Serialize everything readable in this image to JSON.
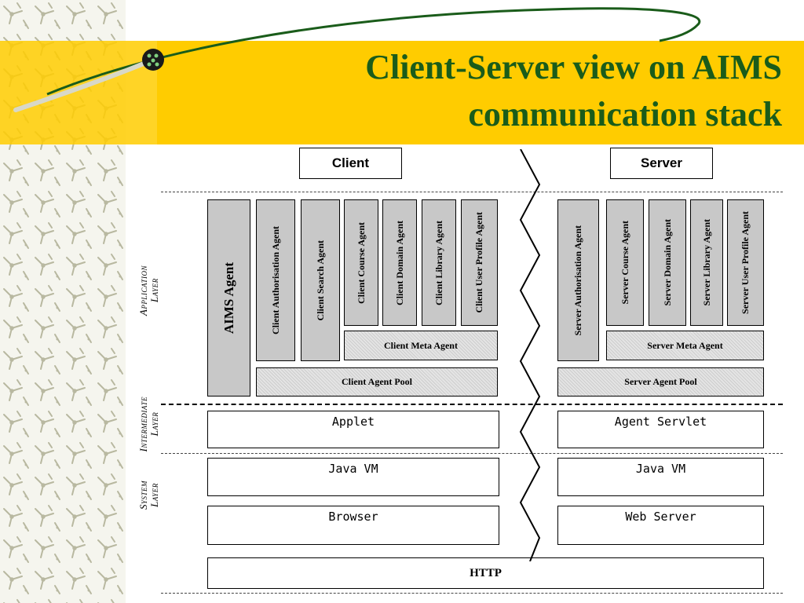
{
  "slide": {
    "title_line1": "Client-Server view on AIMS",
    "title_line2": "communication stack",
    "colors": {
      "banner": "#ffcc00",
      "title": "#1a5c1a",
      "agent_fill": "#c8c8c8"
    }
  },
  "diagram": {
    "client_header": "Client",
    "server_header": "Server",
    "layers": {
      "application_1": "Application",
      "application_2": "Layer",
      "intermediate_1": "Intermediate",
      "intermediate_2": "Layer",
      "system_1": "System",
      "system_2": "Layer"
    },
    "client": {
      "aims_agent": "AIMS Agent",
      "authorisation_agent": "Client Authorisation Agent",
      "search_agent": "Client Search Agent",
      "course_agent": "Client Course Agent",
      "domain_agent": "Client Domain Agent",
      "library_agent": "Client Library Agent",
      "user_profile_agent": "Client User Profile Agent",
      "meta_agent": "Client Meta Agent",
      "agent_pool": "Client Agent Pool",
      "applet": "Applet",
      "java_vm": "Java VM",
      "browser": "Browser"
    },
    "server": {
      "authorisation_agent": "Server Authorisation Agent",
      "course_agent": "Server Course Agent",
      "domain_agent": "Server Domain Agent",
      "library_agent": "Server Library Agent",
      "user_profile_agent": "Server User Profile Agent",
      "meta_agent": "Server Meta Agent",
      "agent_pool": "Server Agent Pool",
      "servlet": "Agent Servlet",
      "java_vm": "Java VM",
      "web_server": "Web Server"
    },
    "http": "HTTP"
  }
}
